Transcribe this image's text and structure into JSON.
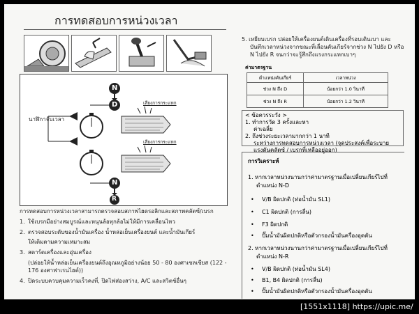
{
  "title": "การทดสอบการหน่วงเวลา",
  "diagram": {
    "clock_label": "นาฬิกาจับเวลา",
    "sound_label_top": "เสียงการกระแทก",
    "sound_label_bottom": "เสียงการกระแทก",
    "letters": [
      "N",
      "D",
      "N",
      "R"
    ]
  },
  "left_text": {
    "intro": "การทดสอบการหน่วงเวลาสามารถตรวจสอบสภาพไฮดรอลิกและสภาพคลัตซ์/เบรก",
    "items": [
      {
        "num": "1.",
        "text": "ใช้เบรกมือย่างสมบูรณ์และหนุนล้อทุกล้อไม่ให้มีการเคลื่อนไหว"
      },
      {
        "num": "2.",
        "text": "ตรวจสอบระดับของน้ำมันเครื่อง น้ำหล่อเย็นเครื่องยนต์ และน้ำมันเกียร์"
      },
      {
        "num": "",
        "text": "ให้เติมตามความเหมาะสม"
      },
      {
        "num": "3.",
        "text": "สตาร์ตเครื่องและอุ่นเครื่อง"
      },
      {
        "num": "",
        "text": "(ปล่อยให้น้ำหล่อเย็นเครื่องยนต์ถึงอุณหภูมิอย่างน้อย 50 - 80 องศาเซลเซียส (122 -"
      },
      {
        "num": "",
        "text": "176 องศาฟาเรนไฮต์))"
      },
      {
        "num": "4.",
        "text": "ปิดระบบควบคุมความเร็วคงที่, ปิดไฟส่องสว่าง, A/C และสวิตช์อื่นๆ"
      }
    ]
  },
  "right_text": {
    "step5": [
      "5. เหยียบเบรก ปล่อยให้เครื่องยนต์เดินเครื่องที่รอบเดินเบา และ",
      "บันทึกเวลาหน่วงจากขณะที่เลื่อนคันเกียร์จากช่วง N ไปยัง D หรือ",
      "N ไปยัง R จนกว่าจะรู้สึกถึงแรงกระแทกเบาๆ"
    ],
    "std_title": "ค่ามาตรฐาน",
    "table": {
      "headers": [
        "ตำแหน่งคันเกียร์",
        "เวลาหน่วง"
      ],
      "rows": [
        [
          "ช่วง N ถึง D",
          "น้อยกว่า 1.0 วินาที"
        ],
        [
          "ช่วง N ถึง R",
          "น้อยกว่า 1.2 วินาที"
        ]
      ]
    },
    "caution": [
      "< ข้อควรระวัง >",
      "1. ทำการวัด 3 ครั้งและหา",
      "ค่าเฉลี่ย",
      "2. ถึงช่วงระยะเวลามากกว่า 1 นาที",
      "ระหว่างการทดสอบการหน่วงเวลา (จุดประสงค์เพื่อระบาย",
      "แรงดันคลัตซ์ / เบรกที่เหลืออยู่ออก)"
    ],
    "diagnosis_title": "การวิเคราะห์",
    "diag1": [
      "1. หากเวลาหน่วงนานกว่าค่ามาตรฐานเมื่อเปลี่ยนเกียร์ไปที่",
      "ตำแหน่ง N-D"
    ],
    "bullets1": [
      "V/B ผิดปกติ (ท่อน้ำมัน SL1)",
      "C1 ผิดปกติ (การลื่น)",
      "F3 ผิดปกติ",
      "ปั๊มน้ำมันผิดปกติหรือตัวกรองน้ำมันครื่องอุดตัน"
    ],
    "diag2": [
      "2. หากเวลาหน่วงนานกว่าค่ามาตรฐานเมื่อเปลี่ยนเกียร์ไปที่",
      "ตำแหน่ง N-R"
    ],
    "bullets2": [
      "V/B ผิดปกติ (ท่อน้ำมัน SL4)",
      "B1, B4 ผิดปกติ (การลื่น)",
      "ปั๊มน้ำมันผิดปกติหรือตัวกรองน้ำมันครื่องอุดตัน"
    ],
    "bullet_mark": "•"
  },
  "watermark": "[1551x1118] https://upic.me/"
}
